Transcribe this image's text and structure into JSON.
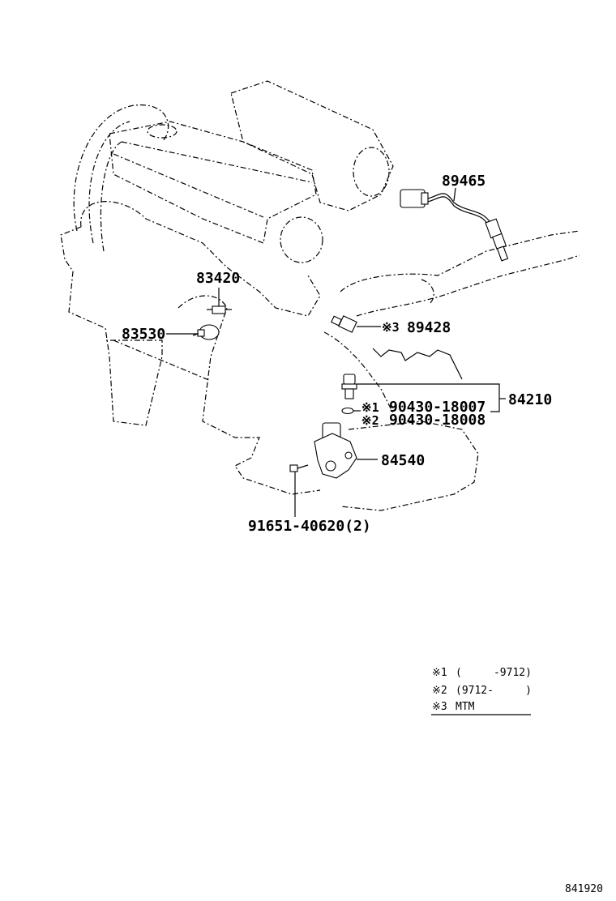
{
  "parts": {
    "o2_sensor": {
      "number": "89465"
    },
    "vsv": {
      "number": "83420"
    },
    "oil_pressure_switch": {
      "number": "83530"
    },
    "knock_sensor": {
      "number": "89428",
      "note": "※3"
    },
    "water_temp_sensor": {
      "number": "84210"
    },
    "gasket_1": {
      "number": "90430-18007",
      "note": "※1"
    },
    "gasket_2": {
      "number": "90430-18008",
      "note": "※2"
    },
    "neutral_switch": {
      "number": "84540"
    },
    "bolt": {
      "number": "91651-40620(2)"
    }
  },
  "legend": [
    {
      "mark": "※1",
      "text": "(     -9712)"
    },
    {
      "mark": "※2",
      "text": "(9712-     )"
    },
    {
      "mark": "※3",
      "text": "MTM"
    }
  ],
  "figure_id": "841920"
}
